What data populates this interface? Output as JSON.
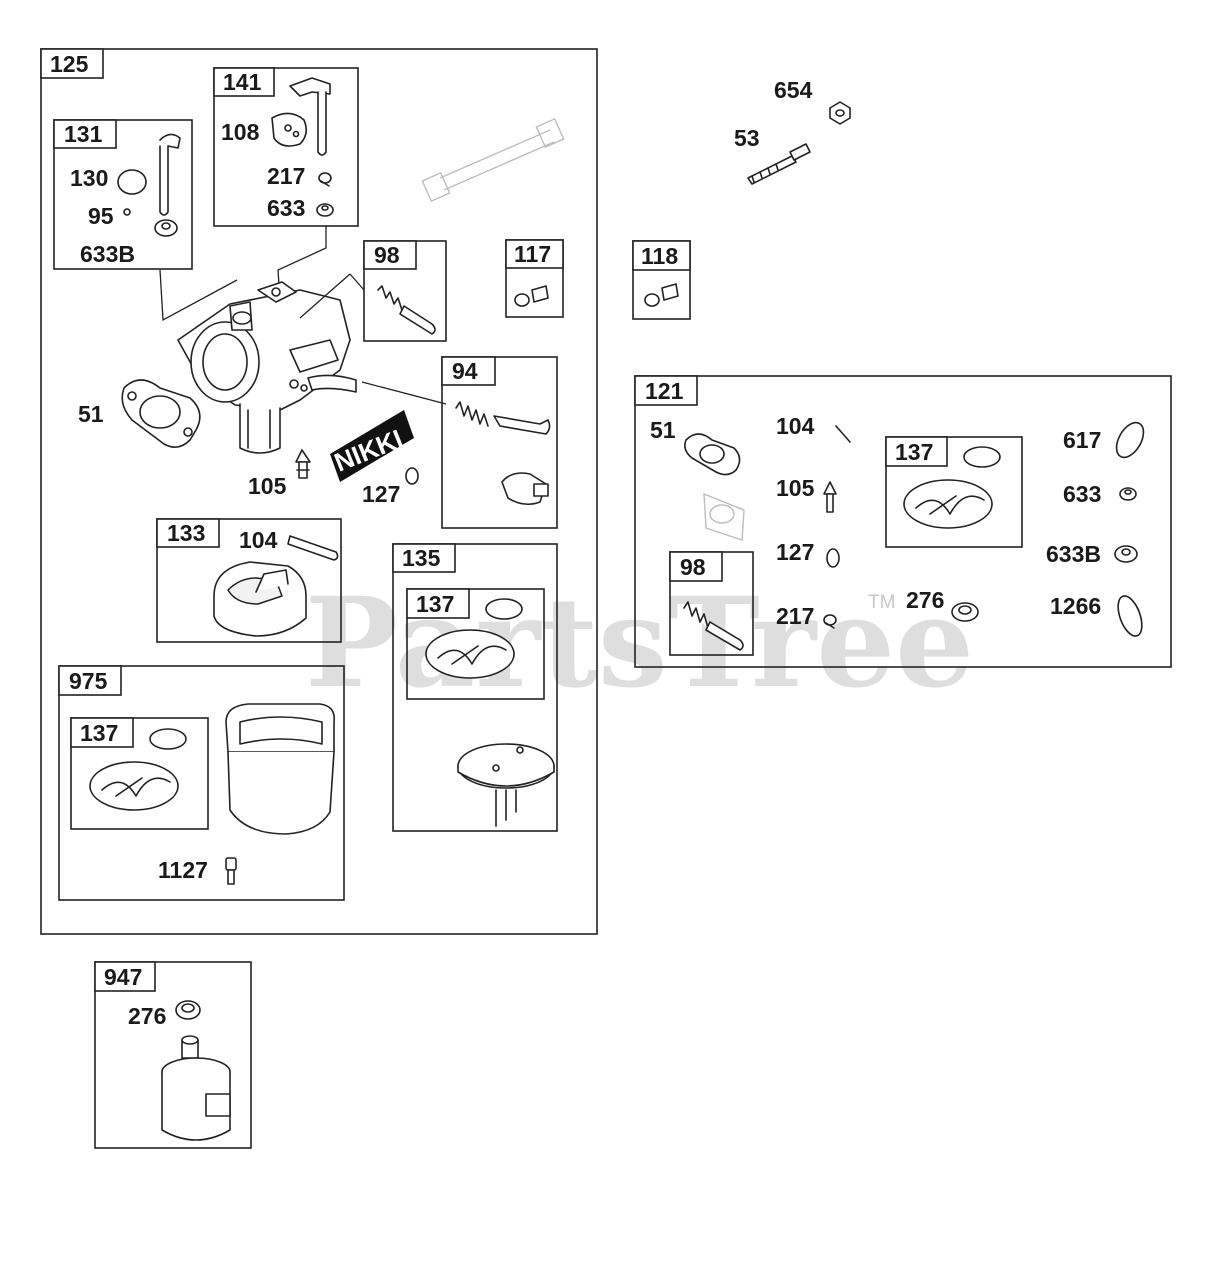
{
  "groups": {
    "g125": "125",
    "g141": "141",
    "g131": "131",
    "g98a": "98",
    "g117": "117",
    "g94": "94",
    "g133": "133",
    "g135": "135",
    "g137a": "137",
    "g975": "975",
    "g137b": "137",
    "g947": "947",
    "g118": "118",
    "g121": "121",
    "g137c": "137",
    "g98b": "98"
  },
  "labels": {
    "p108": "108",
    "p217a": "217",
    "p633a": "633",
    "p130": "130",
    "p95": "95",
    "p633b_a": "633B",
    "p51a": "51",
    "p105a": "105",
    "p127a": "127",
    "p104a": "104",
    "p1127": "1127",
    "p276a": "276",
    "p654": "654",
    "p53": "53",
    "p51b": "51",
    "p104b": "104",
    "p105b": "105",
    "p127b": "127",
    "p217b": "217",
    "p276b": "276",
    "p617": "617",
    "p633b": "633",
    "p633b_b": "633B",
    "p1266": "1266"
  },
  "brand_decal": "NIKKI",
  "watermark": {
    "text": "PartsTree",
    "trademark": "TM"
  }
}
